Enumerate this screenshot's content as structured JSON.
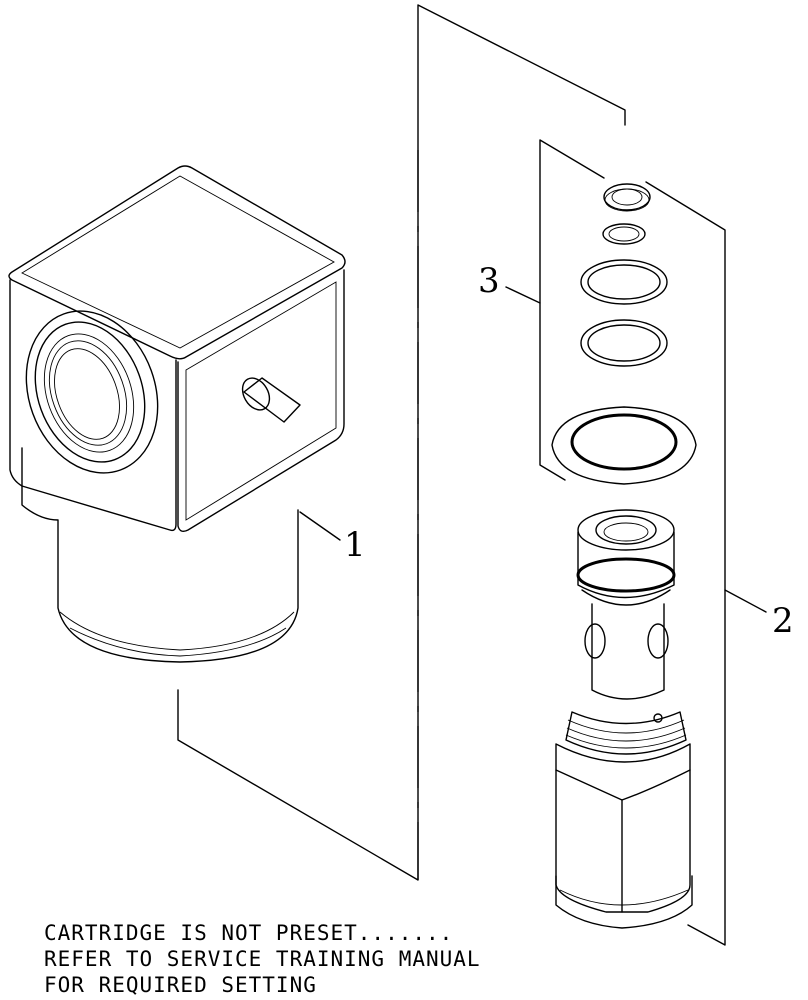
{
  "callouts": {
    "body": "1",
    "cartridge": "2",
    "seal_kit": "3"
  },
  "note": {
    "line1": "CARTRIDGE IS NOT PRESET.......",
    "line2": "REFER TO SERVICE TRAINING MANUAL",
    "line3": "FOR REQUIRED SETTING"
  }
}
